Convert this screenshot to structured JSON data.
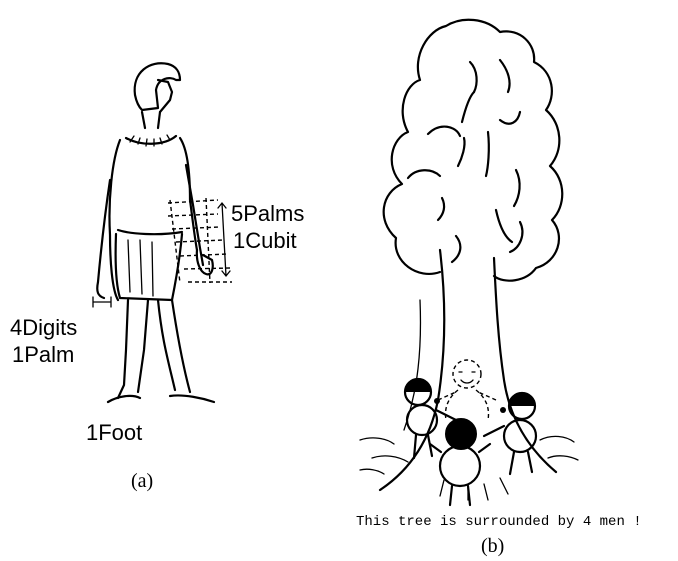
{
  "panel_a": {
    "labels": {
      "palms_line1": "5Palms",
      "palms_line2": "1Cubit",
      "digits_line1": "4Digits",
      "digits_line2": "1Palm",
      "foot": "1Foot"
    },
    "caption": "(a)"
  },
  "panel_b": {
    "sentence": "This tree is surrounded by 4 men !",
    "caption": "(b)"
  }
}
